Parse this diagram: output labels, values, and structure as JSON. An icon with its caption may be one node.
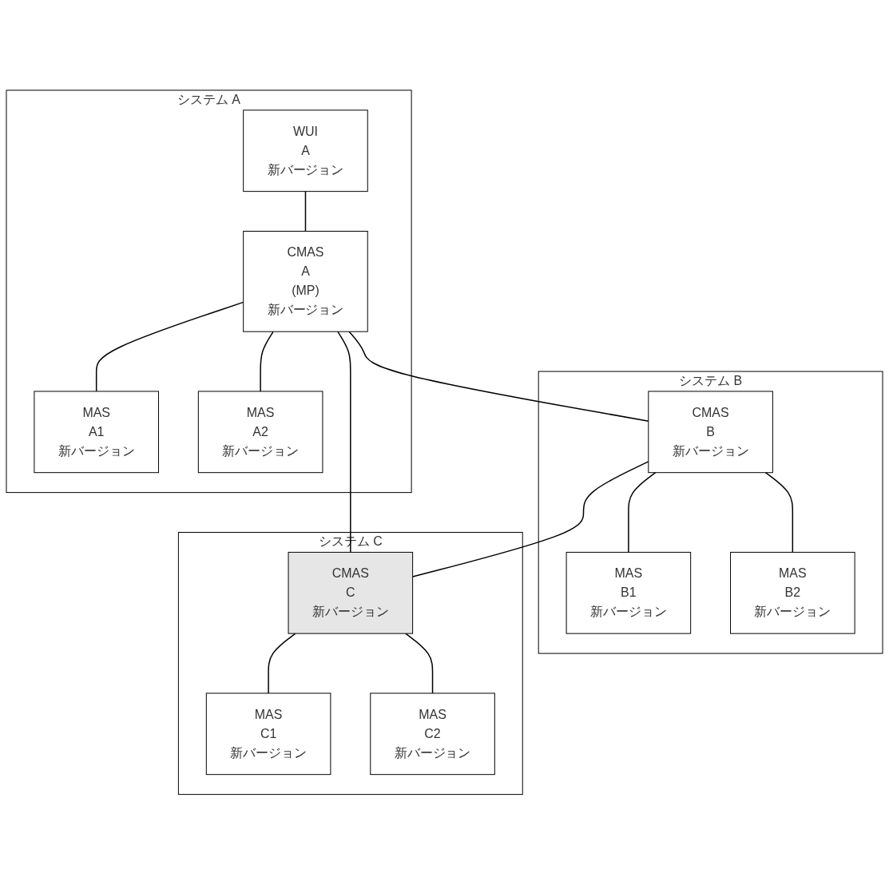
{
  "diagram": {
    "nodes": [
      {
        "text": [
          "システム A"
        ]
      },
      {
        "text": [
          "WUI",
          "A",
          "新バージョン"
        ],
        "in": 0
      },
      {
        "text": [
          "CMAS",
          "A",
          "(MP)",
          "新バージョン"
        ],
        "in": 0
      },
      {
        "text": [
          "MAS",
          "A1",
          "新バージョン"
        ],
        "in": 0
      },
      {
        "text": [
          "MAS",
          "A2",
          "新バージョン"
        ],
        "in": 0
      },
      {
        "text": [
          "システム B"
        ]
      },
      {
        "text": [
          "CMAS",
          "B",
          "新バージョン"
        ],
        "in": 5
      },
      {
        "text": [
          "MAS",
          "B1",
          "新バージョン"
        ],
        "in": 5
      },
      {
        "text": [
          "MAS",
          "B2",
          "新バージョン"
        ],
        "in": 5
      },
      {
        "text": [
          "システム C"
        ]
      },
      {
        "text": [
          "CMAS",
          "C",
          "新バージョン"
        ],
        "in": 9
      },
      {
        "text": [
          "MAS",
          "C1",
          "新バージョン"
        ],
        "in": 9
      },
      {
        "text": [
          "MAS",
          "C2",
          "新バージョン"
        ],
        "in": 9
      }
    ],
    "edges": [
      {
        "from": 1,
        "to": 2,
        "arrow": "none"
      },
      {
        "from": 2,
        "to": 10,
        "arrow": "none"
      },
      {
        "from": 2,
        "to": 6,
        "arrow": "none"
      },
      {
        "from": 6,
        "to": 10,
        "arrow": "none"
      },
      {
        "from": 2,
        "to": 3,
        "arrow": "none"
      },
      {
        "from": 2,
        "to": 4,
        "arrow": "none"
      },
      {
        "from": 6,
        "to": 7,
        "arrow": "none"
      },
      {
        "from": 6,
        "to": 8,
        "arrow": "none"
      },
      {
        "from": 10,
        "to": 11,
        "arrow": "none"
      },
      {
        "from": 10,
        "to": 12,
        "arrow": "none"
      }
    ]
  }
}
